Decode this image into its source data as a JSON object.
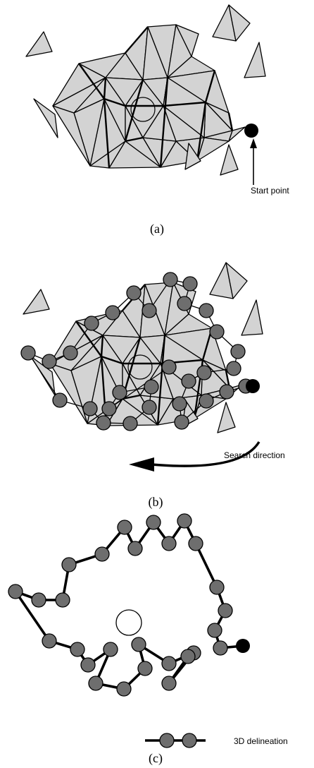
{
  "panels": {
    "a": {
      "label": "(a)",
      "start_label": "Start point"
    },
    "b": {
      "label": "(b)",
      "search_label": "Search direction"
    },
    "c": {
      "label": "(c)",
      "legend_label": "3D delineation"
    }
  },
  "colors": {
    "triangle_fill": "#d3d3d3",
    "node_fill": "#6e6e6e",
    "start_fill": "#000000",
    "stroke": "#000000",
    "background": "#ffffff"
  }
}
